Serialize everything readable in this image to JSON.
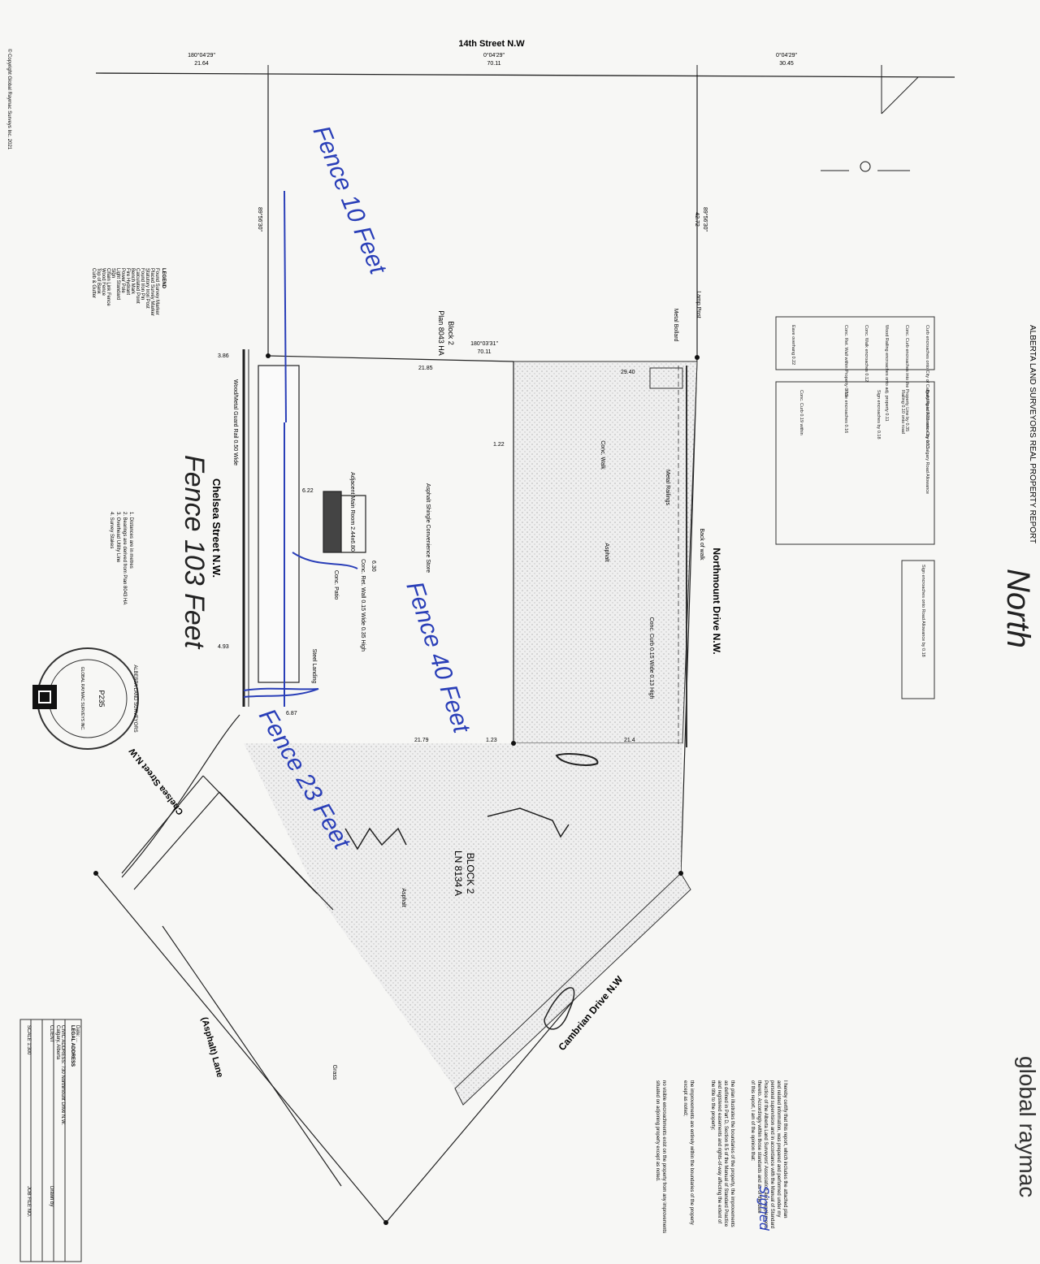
{
  "title_strip": "ALBERTA LAND SURVEYORS REAL PROPERTY REPORT",
  "firm": "global raymac",
  "streets": {
    "top": "14th Street N.W",
    "northmount": "Northmount Drive N.W.",
    "chelsea": "Chelsea Street N.W.",
    "chelsea_lower": "Chelsea Street N.W",
    "cambrian": "Cambrian Drive N.W",
    "lane": "(Asphalt) Lane"
  },
  "parcel": {
    "block": "Block 2",
    "plan": "Plan 8043 HA",
    "lot_upper": "BLOCK 2",
    "lot_lower": "LN 8134 A"
  },
  "bearings": {
    "top_left": "180°04'29\"",
    "top_left_dist": "21.64",
    "top_mid": "0°04'29\"",
    "top_mid_dist": "70.11",
    "top_right": "0°04'29\"",
    "top_right_dist": "30.45",
    "mid_line": "180°03'31\"",
    "mid_line_dist": "70.11",
    "left_side": "89°56'30\"",
    "right_side": "89°56'30\"",
    "right_side_dist": "42.72"
  },
  "dimensions": {
    "d1": "21.85",
    "d2": "21.79",
    "d3": "6.22",
    "d4": "4.93",
    "d5": "6.87",
    "d6": "3.86",
    "d7": "6.30",
    "d8": "1.22",
    "d9": "1.23",
    "d10": "29.40",
    "d11": "21.4"
  },
  "labels": {
    "building_main": "Adjacent Main Room 2.44x6.80",
    "roof": "Asphalt Shingle Convenience Store",
    "asphalt": "Asphalt",
    "asphalt2": "Asphalt",
    "conc_curb": "Conc. Curb 0.15 Wide 0.13 High",
    "conc_walk": "Conc. Walk",
    "metal_railings": "Metal Railings",
    "metal_bollard": "Metal Bollard",
    "lamp_post": "Lamp Post",
    "back_of_walk": "Back of walk",
    "wood_guard_rail": "Wood/Metal Guard Rail 0.50 Wide",
    "conc_patio": "Conc. Patio",
    "conc_ret_wall": "Conc. Ret. Wall 0.15 Wide 0.35 High",
    "steel_landing": "Steel Landing",
    "legend_title": "LEGEND",
    "grass": "Grass"
  },
  "annotations": {
    "fence_top": "Fence 10 Feet",
    "fence_left": "Fence 103 Feet",
    "fence_mid": "Fence 40 Feet",
    "fence_lower": "Fence 23 Feet",
    "north": "North"
  },
  "legend_items": [
    "Found Survey Marker",
    "Placed Survey Marker",
    "Statutory Iron Post",
    "Found Iron Pin",
    "Calculated Point",
    "Bench Mark",
    "Fire Hydrant",
    "Power Pole",
    "Light Standard",
    "Sign",
    "Chain Link Fence",
    "Wood Fence",
    "Top of Bank",
    "Curb & Gutter"
  ],
  "notes_left": [
    "1. Distances are in metres",
    "2. Bearings are derived from Plan 8043 HA",
    "3. Overhead Utility Line",
    "4. Survey Stakes"
  ],
  "encroach_notes": [
    "Curb encroaches onto City of Calgary Road Allowance by 0.13",
    "Conc. Curb encroaches into the Property Line by 0.35",
    "Wood Railing encroaches onto adj. property 0.11",
    "Conc. Walk encroaches 0.12",
    "Conc. Ret. Wall within Property 0.15",
    "Eave overhang 0.22"
  ],
  "encroach_notes_b": [
    "Building is 0.22 onto City of Calgary Road Allowance",
    "Railing 0.10 onto road",
    "Sign encroaches by 0.18",
    "Pole encroaches 0.16",
    "Conc. Curb 0.19 within"
  ],
  "north_box_note": "Sign encroaches onto Road Allowance by 0.18",
  "seal": {
    "number": "P235",
    "ring": "ALBERTA LAND SURVEYORS",
    "inner": "GLOBAL RAYMAC SURVEYS INC."
  },
  "copyright": "© Copyright Global Raymac Surveys Inc. 2021",
  "title_block": [
    "Date: ...",
    "LEGAL ADDRESS",
    "CIVIC ADDRESS: 730 Northmount Drive N.W.",
    "Calgary, Alberta",
    "CLIENT",
    "SCALE 1:300",
    "Drawn by",
    "JOB FILE NO."
  ],
  "certificate_lines": [
    "I hereby certify that this report, which includes the attached plan",
    "and related information, was prepared and performed under my",
    "personal supervision and in accordance with the Manual of Standard",
    "Practice of the Alberta Land Surveyors' Association and supplements",
    "thereto. Accordingly within those standards and as of the date",
    "of this report, I am of the opinion that:",
    "the plan illustrates the boundaries of the property, the improvements",
    "as defined in Part D, Section 8.5 of the Manual of Standard Practice",
    "and registered easements and rights-of-way affecting the extent of",
    "the title to the property;",
    "the improvements are entirely within the boundaries of the property",
    "except as noted;",
    "no visible encroachments exist on the property from any improvements",
    "situated on adjoining property except as noted."
  ],
  "signature": "Signed",
  "colors": {
    "ink": "#1a1a1a",
    "blue_pen": "#2a3fb8",
    "stipple": "#c9c9c9"
  }
}
